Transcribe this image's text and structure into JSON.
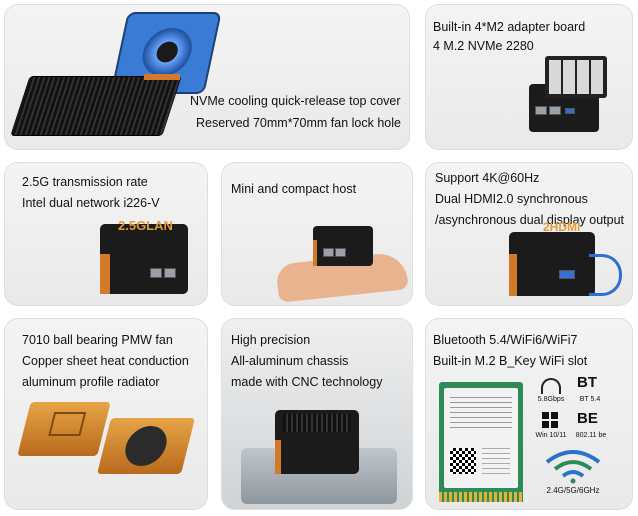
{
  "cards": {
    "cooling": {
      "lines": [
        "NVMe cooling quick-release top cover",
        "Reserved 70mm*70mm fan lock hole"
      ]
    },
    "m2": {
      "lines": [
        "Built-in 4*M2 adapter board",
        "4 M.2 NVMe 2280"
      ]
    },
    "network": {
      "lines": [
        "2.5G transmission rate",
        "Intel dual network i226-V"
      ],
      "badge": "2.5GLAN"
    },
    "compact": {
      "lines": [
        "Mini and compact host"
      ]
    },
    "display": {
      "lines": [
        "Support 4K@60Hz",
        "Dual HDMI2.0 synchronous",
        "/asynchronous dual display output"
      ],
      "badge": "2HDMI"
    },
    "fan": {
      "lines": [
        "7010 ball bearing PMW fan",
        "Copper sheet heat conduction",
        "aluminum profile radiator"
      ]
    },
    "chassis": {
      "lines": [
        "High precision",
        "All-aluminum chassis",
        "made with CNC technology"
      ]
    },
    "wifi": {
      "lines": [
        "Bluetooth 5.4/WiFi6/WiFi7",
        "Built-in M.2 B_Key WiFi slot"
      ],
      "specs": {
        "speed": "5.8Gbps",
        "bt_logo": "BT",
        "bt_ver": "BT 5.4",
        "win": "Win 10/11",
        "be_logo": "BE",
        "be_std": "802.11 be"
      },
      "bands": "2.4G/5G/6GHz"
    }
  },
  "colors": {
    "card_bg": "#efefef",
    "accent_orange": "#d27a2a",
    "wifi_blue": "#2a73c9",
    "wifi_green": "#2e8b57"
  }
}
